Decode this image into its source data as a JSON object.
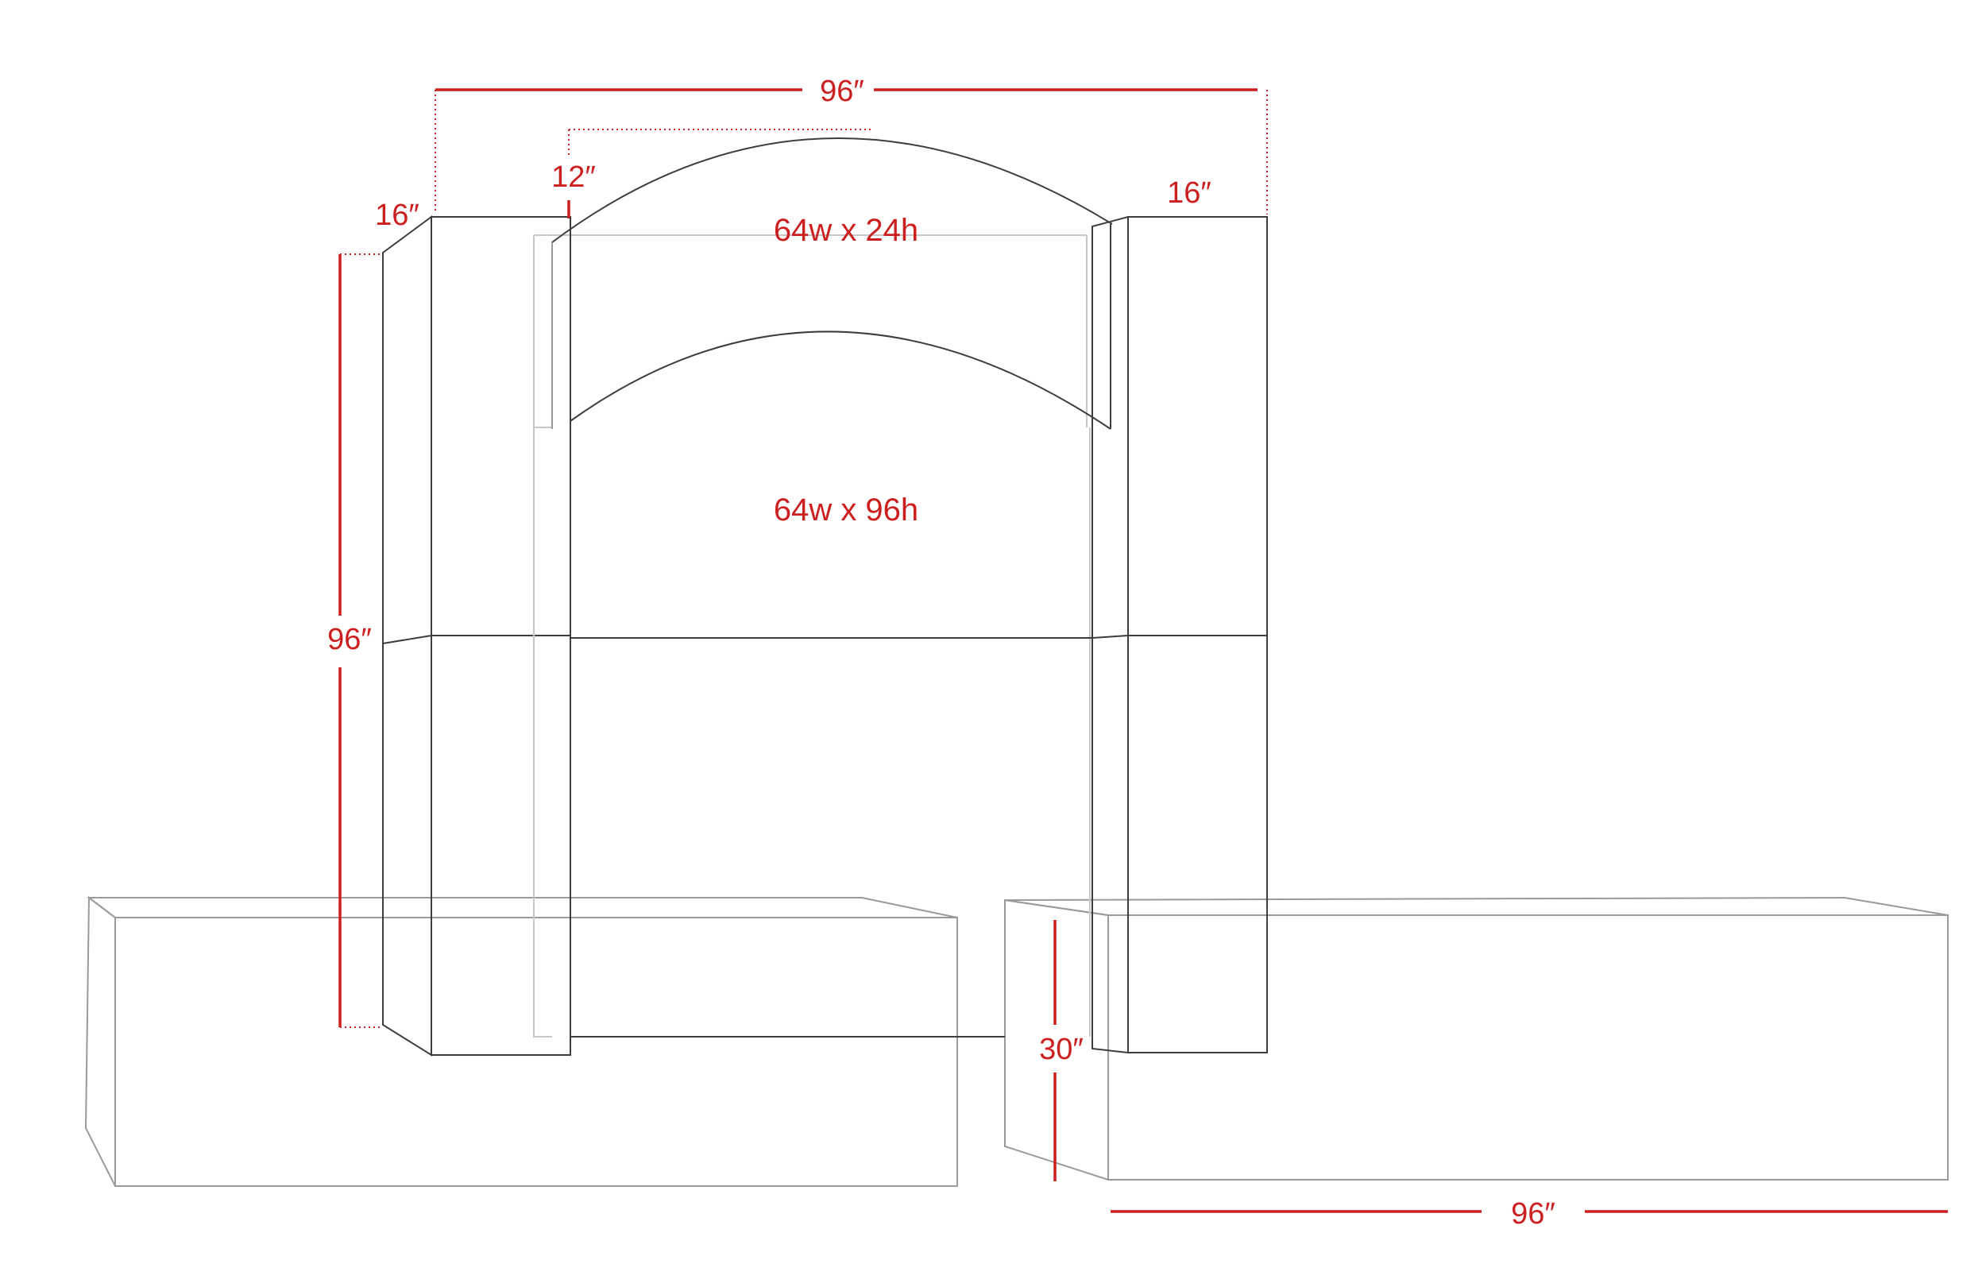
{
  "dimensions": {
    "overall_width": "96″",
    "arch_rise": "12″",
    "side_depth_left": "16″",
    "side_depth_right": "16″",
    "tower_height": "96″",
    "console_height": "30″",
    "console_width": "96″"
  },
  "panels": {
    "bridge_size": "64w x 24h",
    "back_panel_size": "64w x 96h"
  },
  "colors": {
    "dimension": "#cc1f1f",
    "outline": "#3d3d3d"
  }
}
